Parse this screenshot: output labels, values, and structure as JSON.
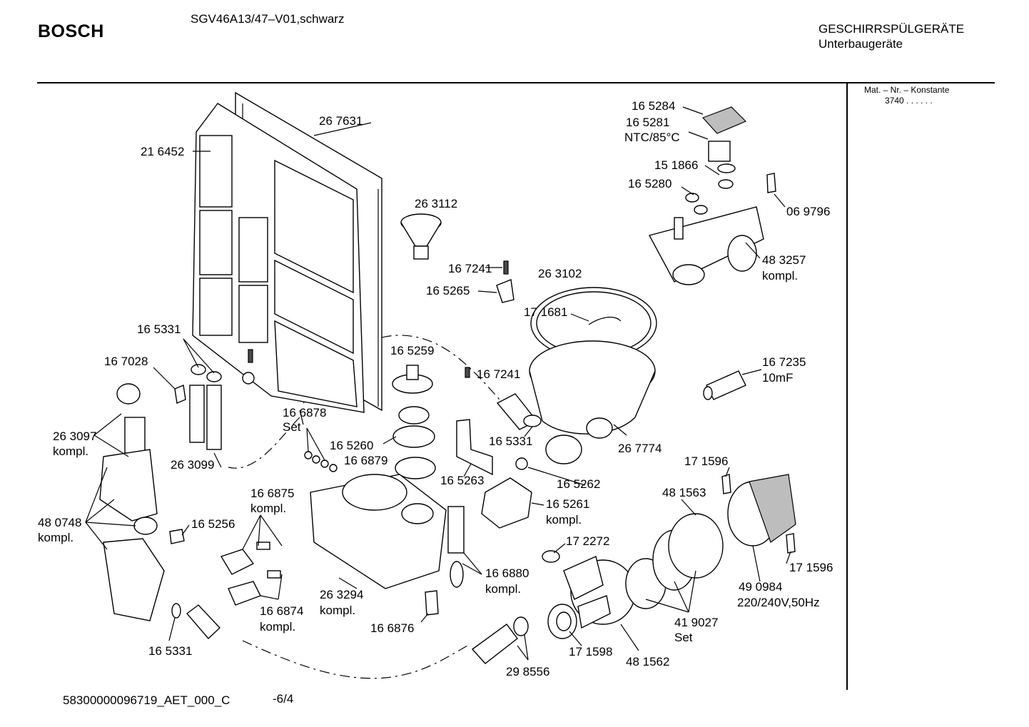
{
  "header": {
    "brand": "BOSCH",
    "model": "SGV46A13/47–V01,schwarz",
    "category_line1": "GESCHIRRSPÜLGERÄTE",
    "category_line2": "Unterbaugeräte"
  },
  "sidebar": {
    "matnr_label": "Mat. – Nr. – Konstante",
    "matnr_value": "3740  .  .  .  .  .  ."
  },
  "footer": {
    "doc_number": "58300000096719_AET_000_C",
    "page": "-6/4"
  },
  "parts": [
    {
      "id": "p267631",
      "lines": [
        "26 7631"
      ]
    },
    {
      "id": "p216452",
      "lines": [
        "21 6452"
      ]
    },
    {
      "id": "p263112",
      "lines": [
        "26 3112"
      ]
    },
    {
      "id": "p167241a",
      "lines": [
        "16 7241"
      ]
    },
    {
      "id": "p165265",
      "lines": [
        "16 5265"
      ]
    },
    {
      "id": "p263102",
      "lines": [
        "26 3102"
      ]
    },
    {
      "id": "p171681",
      "lines": [
        "17 1681"
      ]
    },
    {
      "id": "p165284",
      "lines": [
        "16 5284"
      ]
    },
    {
      "id": "p165281",
      "lines": [
        "16 5281",
        "NTC/85°C"
      ]
    },
    {
      "id": "p151866",
      "lines": [
        "15 1866"
      ]
    },
    {
      "id": "p165280",
      "lines": [
        "16 5280"
      ]
    },
    {
      "id": "p069796",
      "lines": [
        "06 9796"
      ]
    },
    {
      "id": "p483257",
      "lines": [
        "48 3257",
        "kompl."
      ]
    },
    {
      "id": "p165331a",
      "lines": [
        "16 5331"
      ]
    },
    {
      "id": "p167028",
      "lines": [
        "16 7028"
      ]
    },
    {
      "id": "p165259",
      "lines": [
        "16 5259"
      ]
    },
    {
      "id": "p167241b",
      "lines": [
        "16 7241"
      ]
    },
    {
      "id": "p167235",
      "lines": [
        "16 7235",
        "10mF"
      ]
    },
    {
      "id": "p166878",
      "lines": [
        "16 6878",
        "Set"
      ]
    },
    {
      "id": "p263097",
      "lines": [
        "26 3097",
        "kompl."
      ]
    },
    {
      "id": "p263099",
      "lines": [
        "26 3099"
      ]
    },
    {
      "id": "p165260",
      "lines": [
        "16 5260"
      ]
    },
    {
      "id": "p166879",
      "lines": [
        "16 6879"
      ]
    },
    {
      "id": "p165331b",
      "lines": [
        "16 5331"
      ]
    },
    {
      "id": "p267774",
      "lines": [
        "26 7774"
      ]
    },
    {
      "id": "p165263",
      "lines": [
        "16 5263"
      ]
    },
    {
      "id": "p165262",
      "lines": [
        "16 5262"
      ]
    },
    {
      "id": "p171596a",
      "lines": [
        "17 1596"
      ]
    },
    {
      "id": "p481563",
      "lines": [
        "48 1563"
      ]
    },
    {
      "id": "p166875",
      "lines": [
        "16 6875",
        "kompl."
      ]
    },
    {
      "id": "p165261",
      "lines": [
        "16 5261",
        "kompl."
      ]
    },
    {
      "id": "p480748",
      "lines": [
        "48 0748",
        "kompl."
      ]
    },
    {
      "id": "p165256",
      "lines": [
        "16 5256"
      ]
    },
    {
      "id": "p172272",
      "lines": [
        "17 2272"
      ]
    },
    {
      "id": "p171596b",
      "lines": [
        "17 1596"
      ]
    },
    {
      "id": "p166880",
      "lines": [
        "16 6880",
        "kompl."
      ]
    },
    {
      "id": "p263294",
      "lines": [
        "26 3294",
        "kompl."
      ]
    },
    {
      "id": "p490984",
      "lines": [
        "49 0984",
        "220/240V,50Hz"
      ]
    },
    {
      "id": "p166874",
      "lines": [
        "16 6874",
        "kompl."
      ]
    },
    {
      "id": "p419027",
      "lines": [
        "41 9027",
        "Set"
      ]
    },
    {
      "id": "p166876",
      "lines": [
        "16 6876"
      ]
    },
    {
      "id": "p165331c",
      "lines": [
        "16 5331"
      ]
    },
    {
      "id": "p171598",
      "lines": [
        "17 1598"
      ]
    },
    {
      "id": "p481562",
      "lines": [
        "48 1562"
      ]
    },
    {
      "id": "p298556",
      "lines": [
        "29 8556"
      ]
    }
  ]
}
